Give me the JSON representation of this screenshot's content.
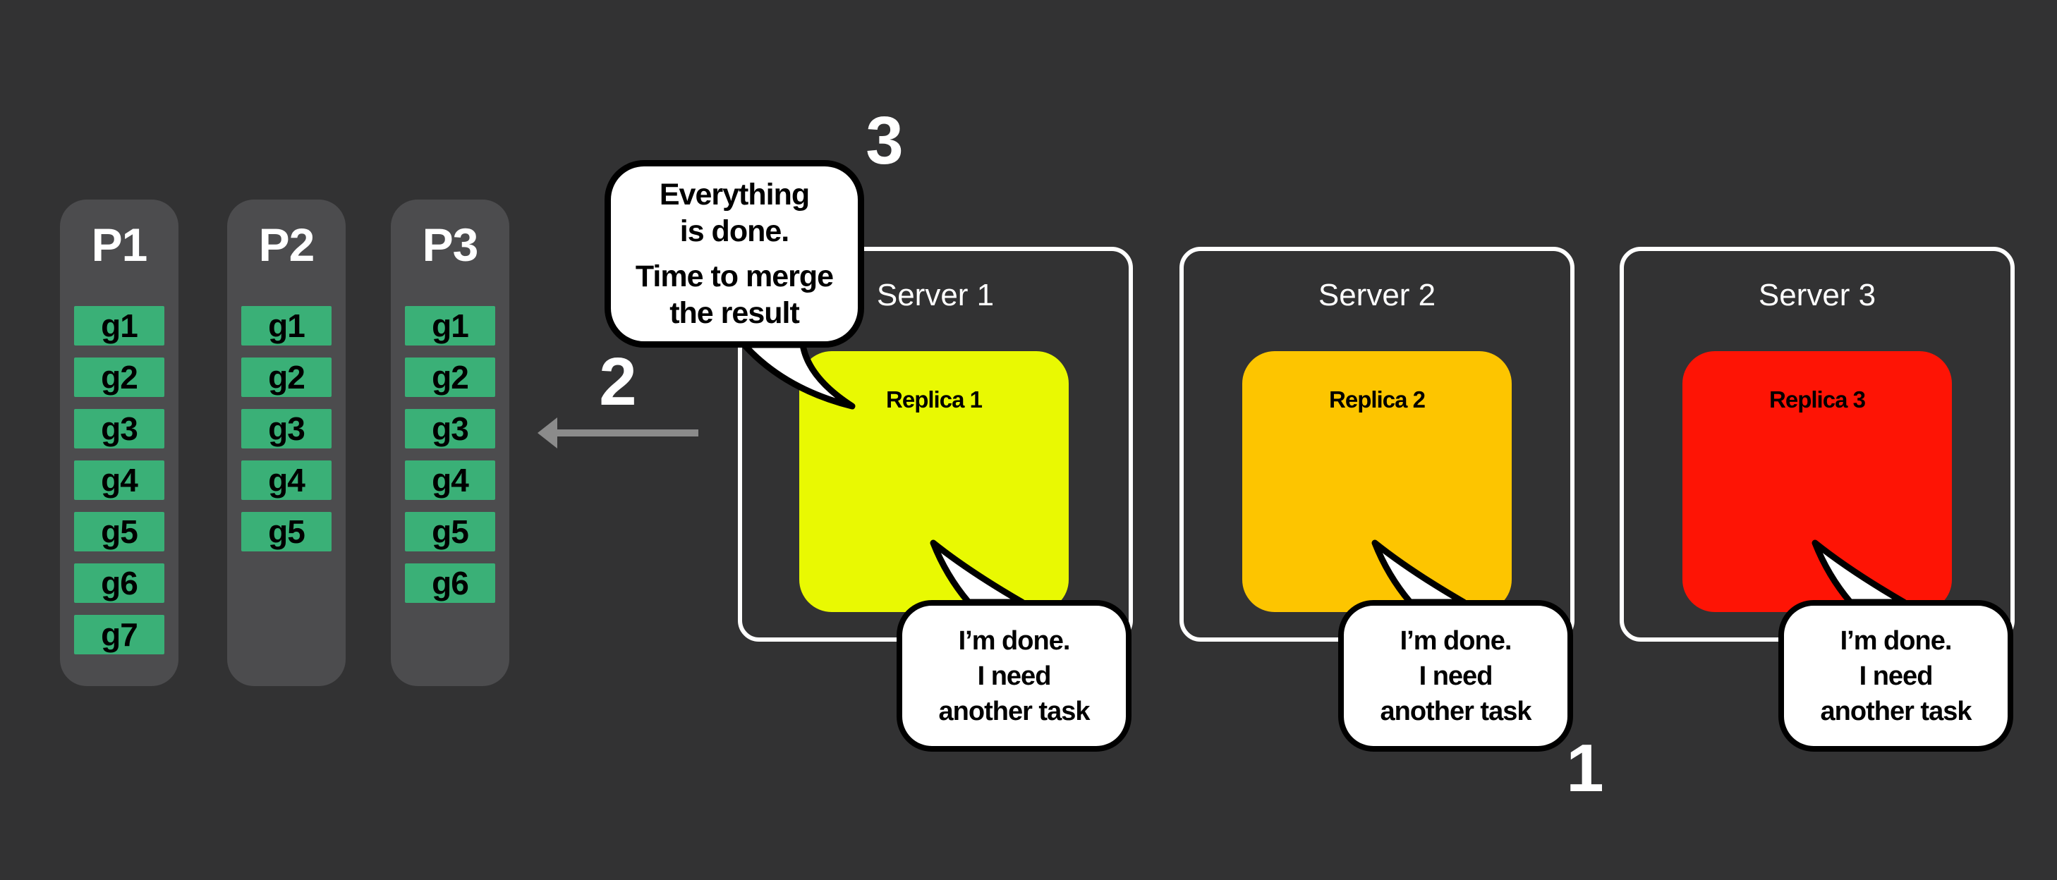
{
  "palette": {
    "background": "#323233",
    "partition_panel": "#4c4c4e",
    "group_chip_green": "#3ab077",
    "server_border_white": "#ffffff",
    "replica1_yellow": "#e9f902",
    "replica2_orange": "#fdc500",
    "replica3_red": "#fe1405",
    "bubble_fill": "#ffffff",
    "bubble_border": "#000000",
    "arrow_gray": "#8b8b8b",
    "text_white": "#ffffff",
    "text_black": "#000000"
  },
  "partitions": [
    {
      "label": "P1",
      "groups": [
        "g1",
        "g2",
        "g3",
        "g4",
        "g5",
        "g6",
        "g7"
      ]
    },
    {
      "label": "P2",
      "groups": [
        "g1",
        "g2",
        "g3",
        "g4",
        "g5"
      ]
    },
    {
      "label": "P3",
      "groups": [
        "g1",
        "g2",
        "g3",
        "g4",
        "g5",
        "g6"
      ]
    }
  ],
  "servers": [
    {
      "label": "Server 1",
      "replica_label": "Replica 1",
      "bubble": [
        "I’m done.",
        "I need",
        "another task"
      ]
    },
    {
      "label": "Server 2",
      "replica_label": "Replica 2",
      "bubble": [
        "I’m done.",
        "I need",
        "another task"
      ]
    },
    {
      "label": "Server 3",
      "replica_label": "Replica 3",
      "bubble": [
        "I’m done.",
        "I need",
        "another task"
      ]
    }
  ],
  "merge_bubble": {
    "line1": "Everything",
    "line2": "is done.",
    "line3": "Time to merge",
    "line4": "the result"
  },
  "steps": {
    "one": "1",
    "two": "2",
    "three": "3"
  }
}
